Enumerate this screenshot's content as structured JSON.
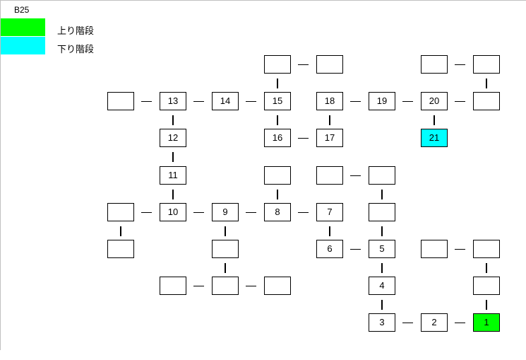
{
  "floor": "B25",
  "legend": [
    {
      "label": "上り階段",
      "color": "#00ff00"
    },
    {
      "label": "下り階段",
      "color": "#00ffff"
    }
  ],
  "rooms": {
    "r1": "1",
    "r2": "2",
    "r3": "3",
    "r4": "4",
    "r5": "5",
    "r6": "6",
    "r7": "7",
    "r8": "8",
    "r9": "9",
    "r10": "10",
    "r11": "11",
    "r12": "12",
    "r13": "13",
    "r14": "14",
    "r15": "15",
    "r16": "16",
    "r17": "17",
    "r18": "18",
    "r19": "19",
    "r20": "20",
    "r21": "21"
  },
  "colors": {
    "up_stairs": "#00ff00",
    "down_stairs": "#00ffff",
    "room": "#ffffff"
  }
}
